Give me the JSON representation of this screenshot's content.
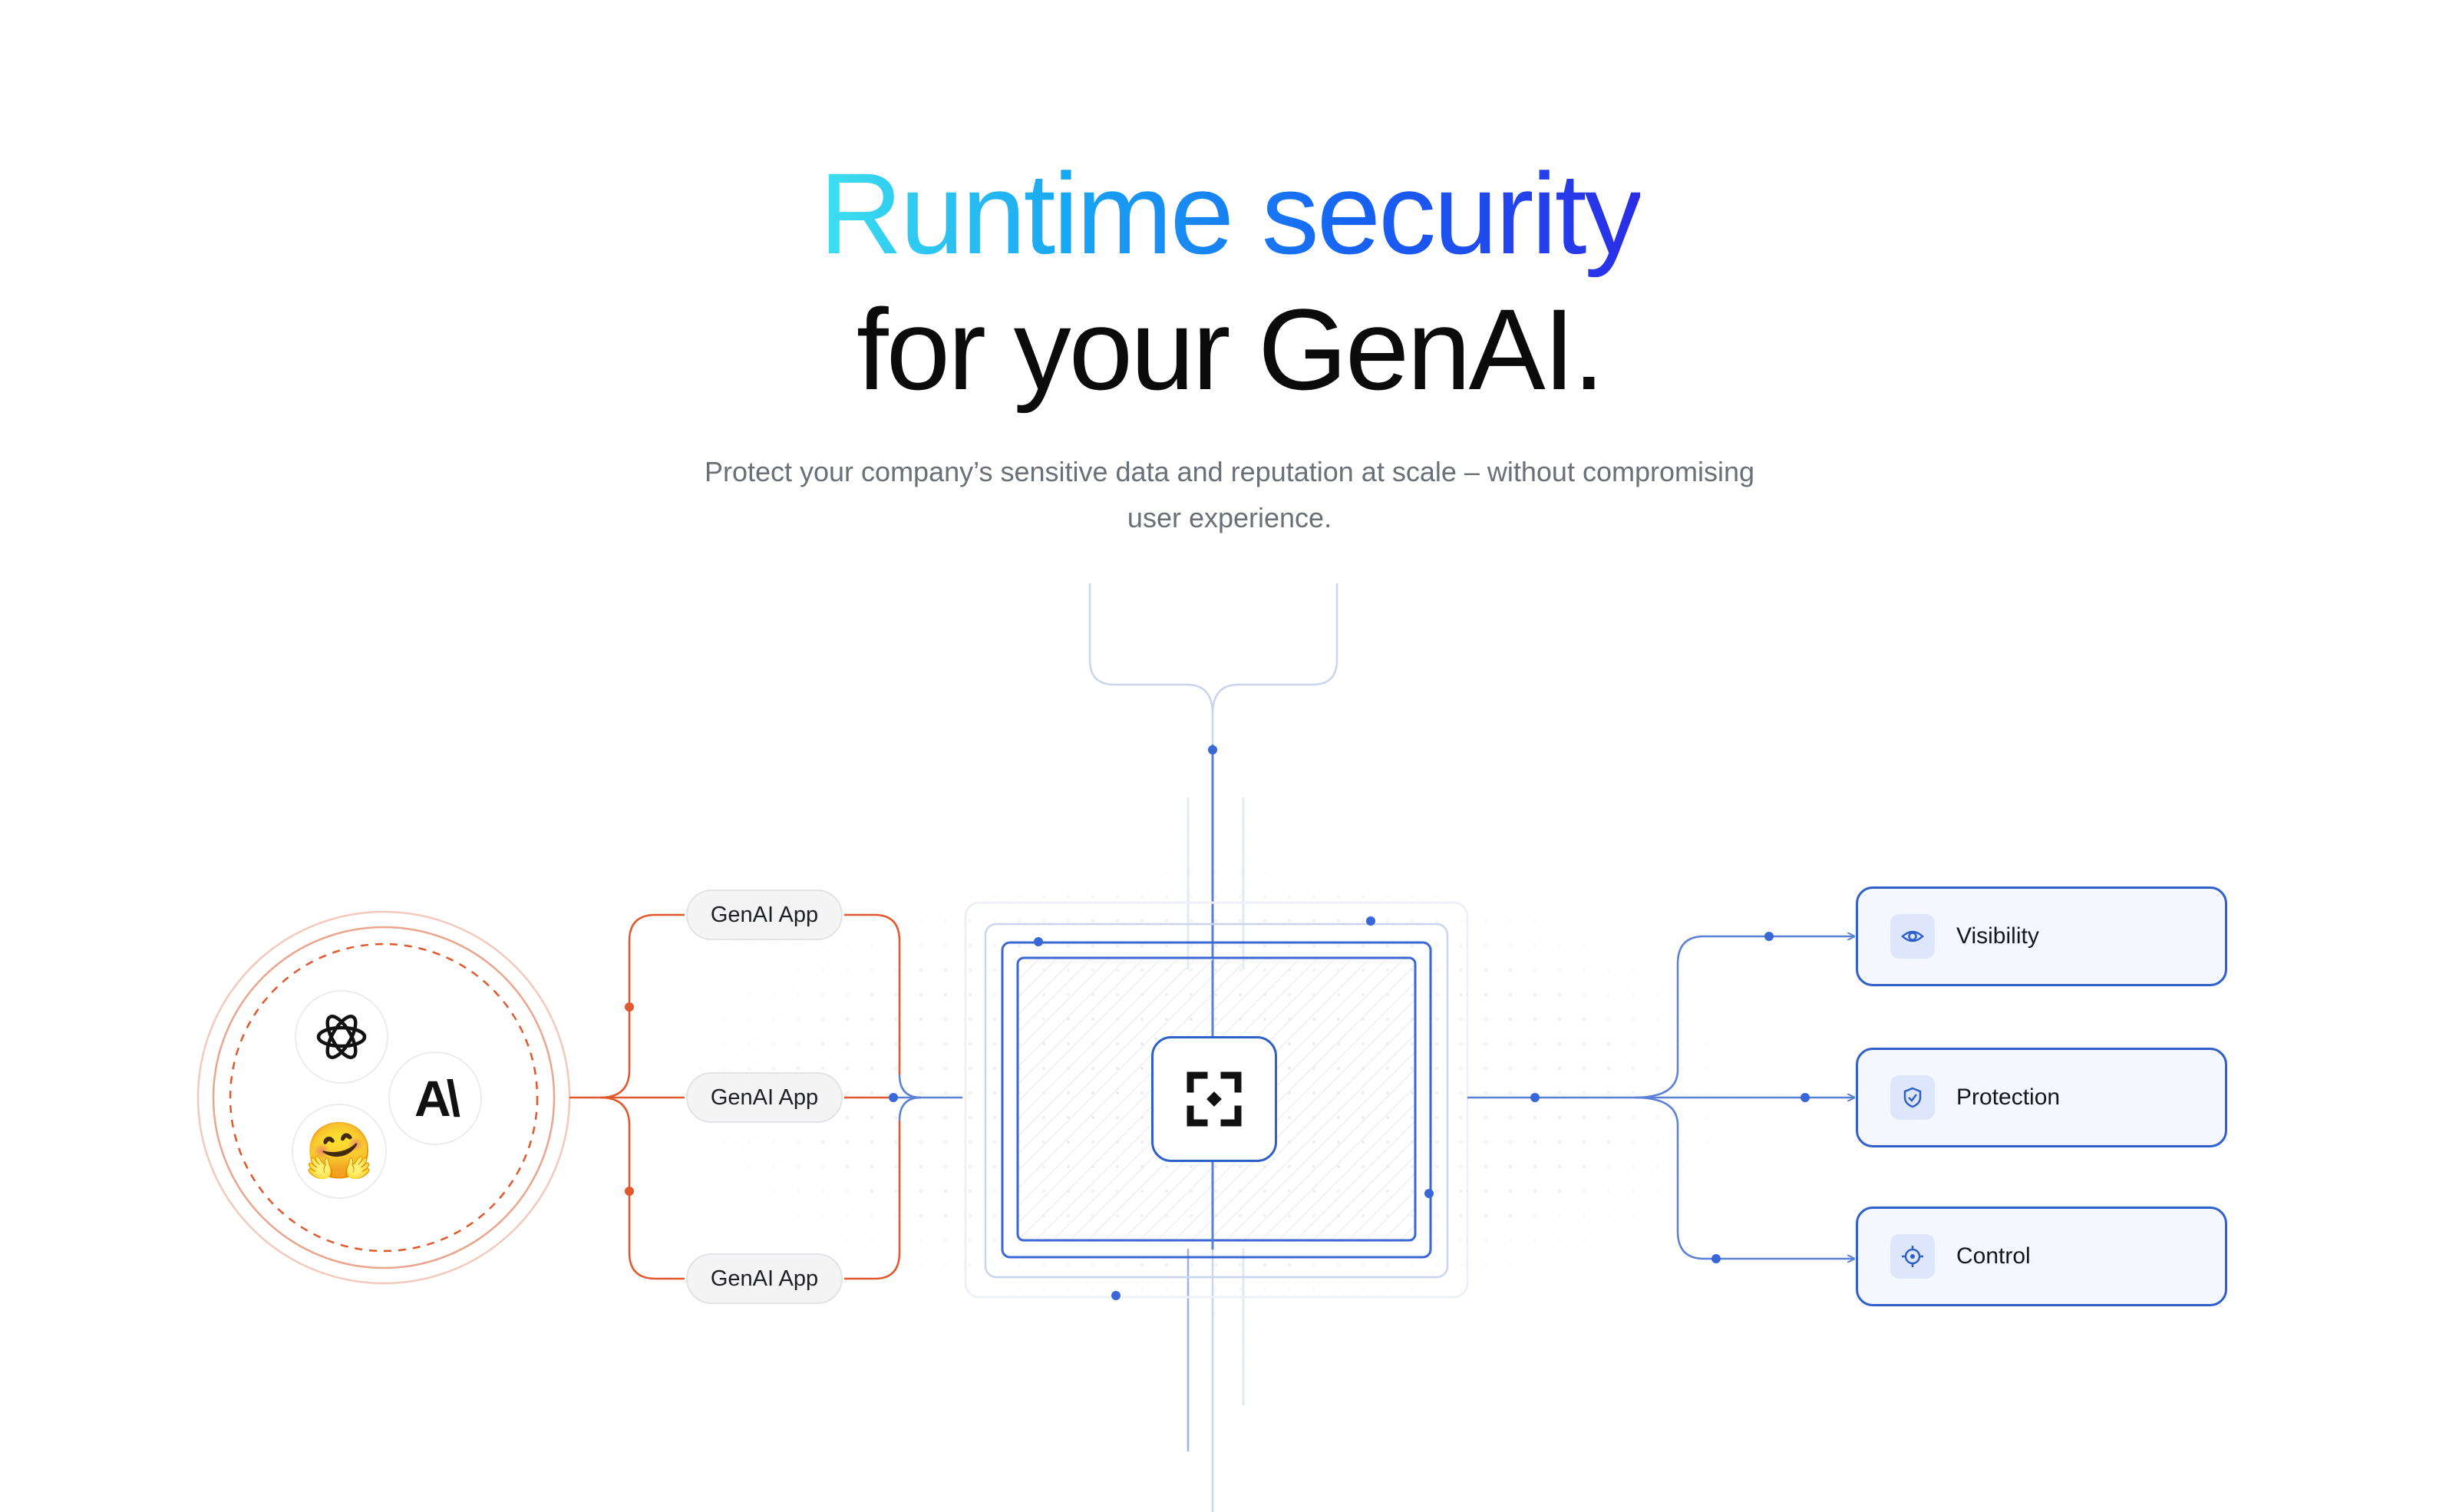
{
  "hero": {
    "title_line1": "Runtime security",
    "title_line2": "for your GenAI.",
    "subtitle": "Protect your company’s sensitive data and reputation at scale – without compromising user experience."
  },
  "diagram": {
    "providers": [
      {
        "name": "openai-logo"
      },
      {
        "name": "anthropic-logo",
        "text": "A\\"
      },
      {
        "name": "huggingface-logo",
        "emoji": "🤗"
      }
    ],
    "apps": [
      {
        "label": "GenAI App"
      },
      {
        "label": "GenAI App"
      },
      {
        "label": "GenAI App"
      }
    ],
    "outcomes": [
      {
        "label": "Visibility",
        "icon": "eye-icon"
      },
      {
        "label": "Protection",
        "icon": "shield-icon"
      },
      {
        "label": "Control",
        "icon": "crosshair-icon"
      }
    ],
    "colors": {
      "accent_blue": "#2f5fc9",
      "line_blue": "#5b80d6",
      "accent_orange": "#e0582c",
      "grid_dot": "#e7e9ee"
    }
  }
}
